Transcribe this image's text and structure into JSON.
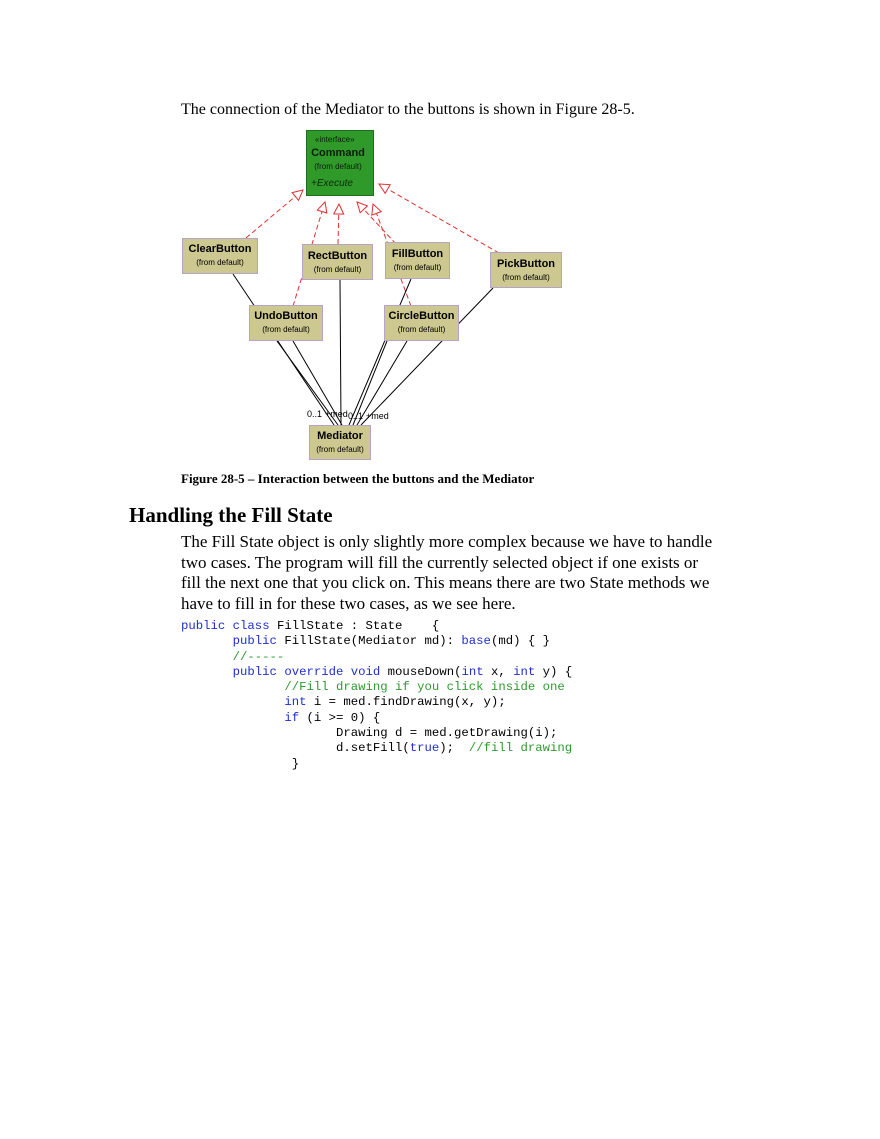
{
  "intro_text": "The connection of the Mediator to the buttons is shown in Figure 28-5.",
  "diagram": {
    "command": {
      "stereotype": "«interface»",
      "name": "Command",
      "from": "(from default)",
      "operation": "+Execute"
    },
    "classes": {
      "clear": {
        "name": "ClearButton",
        "from": "(from default)"
      },
      "rect": {
        "name": "RectButton",
        "from": "(from default)"
      },
      "fill": {
        "name": "FillButton",
        "from": "(from default)"
      },
      "pick": {
        "name": "PickButton",
        "from": "(from default)"
      },
      "undo": {
        "name": "UndoButton",
        "from": "(from default)"
      },
      "circle": {
        "name": "CircleButton",
        "from": "(from default)"
      },
      "mediator": {
        "name": "Mediator",
        "from": "(from default)"
      }
    },
    "multiplicity_left": "0..1",
    "role_left": "+med",
    "multiplicity_right": "0..1",
    "role_right": "+med",
    "colors": {
      "interface_fill": "#2f9a2a",
      "class_fill": "#cdc790",
      "realization_line": "#e03030",
      "association_line": "#000000"
    }
  },
  "caption": "Figure 28-5 – Interaction between the buttons and the Mediator",
  "section_heading": "Handling the Fill State",
  "body_paragraph": "The Fill State object is only slightly more complex because we have to handle two cases. The program will fill the currently selected object if one exists or fill the next one that you click on. This means there are two State methods we have to fill in for these two cases, as we see here.",
  "code": {
    "line1": {
      "kw1": "public",
      "kw2": "class",
      "rest": " FillState : State    {"
    },
    "line2": {
      "kw1": "public",
      "mid": " FillState(Mediator md): ",
      "kw2": "base",
      "rest": "(md) { }"
    },
    "line3": {
      "comment": "//-----"
    },
    "line4": {
      "kw1": "public",
      "kw2": "override",
      "kw3": "void",
      "mid": " mouseDown(",
      "kw4": "int",
      "mid2": " x, ",
      "kw5": "int",
      "rest": " y) {"
    },
    "line5": {
      "comment": "//Fill drawing if you click inside one"
    },
    "line6": {
      "kw1": "int",
      "rest": " i = med.findDrawing(x, y);"
    },
    "line7": {
      "kw1": "if",
      "rest": " (i >= 0) {"
    },
    "line8": {
      "text": "Drawing d = med.getDrawing(i);"
    },
    "line9": {
      "pre": "d.setFill(",
      "kw1": "true",
      "mid": ");  ",
      "comment": "//fill drawing"
    },
    "line10": {
      "text": "}"
    }
  }
}
